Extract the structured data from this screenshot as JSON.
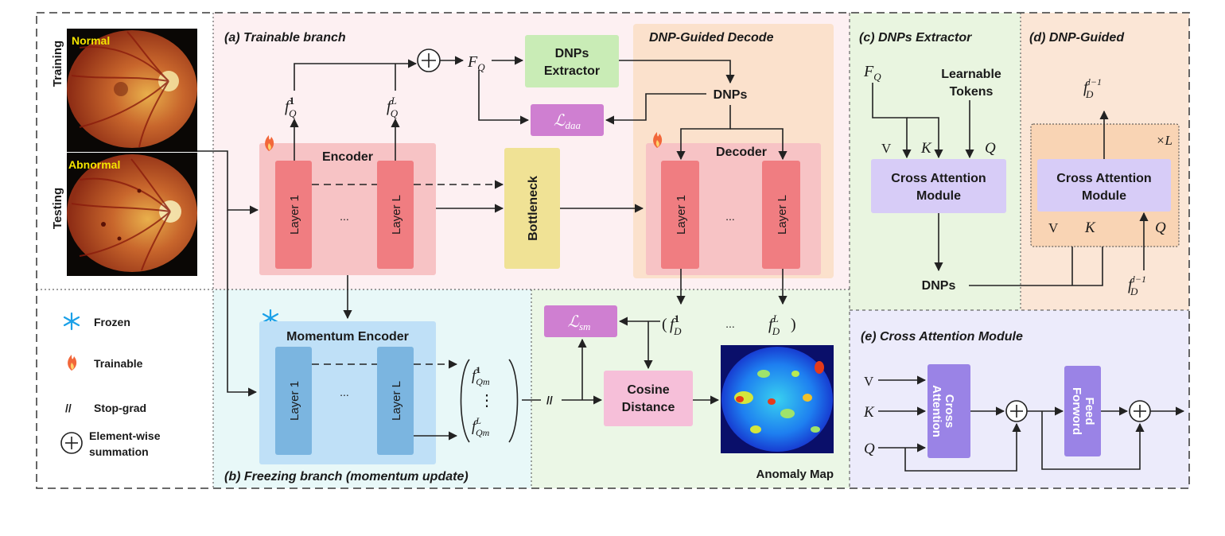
{
  "panels": {
    "a": "(a) Trainable branch",
    "b": "(b) Freezing branch (momentum update)",
    "c": "(c) DNPs Extractor",
    "d": "(d) DNP-Guided",
    "e": "(e) Cross Attention Module",
    "decode": "DNP-Guided Decode"
  },
  "images": {
    "training_side": "Training",
    "testing_side": "Testing",
    "normal": "Normal",
    "abnormal": "Abnormal"
  },
  "legend": {
    "frozen": "Frozen",
    "trainable": "Trainable",
    "stopgrad_symbol": "//",
    "stopgrad": "Stop-grad",
    "sum_line1": "Element-wise",
    "sum_line2": "summation"
  },
  "blocks": {
    "encoder": "Encoder",
    "decoder": "Decoder",
    "momentum_encoder": "Momentum Encoder",
    "layer_1": "Layer 1",
    "layer_l": "Layer L",
    "ellipsis": "...",
    "bottleneck": "Bottleneck",
    "dnps_extractor_1": "DNPs",
    "dnps_extractor_2": "Extractor",
    "dnps": "DNPs",
    "cosine_1": "Cosine",
    "cosine_2": "Distance",
    "anomaly_map": "Anomaly Map",
    "learnable_1": "Learnable",
    "learnable_2": "Tokens",
    "cam_1": "Cross Attention",
    "cam_2": "Module",
    "cross_attention_1": "Cross",
    "cross_attention_2": "Attention",
    "feed_1": "Feed",
    "feed_2": "Forword"
  },
  "math": {
    "fq": "F",
    "fq_sub": "Q",
    "f": "f",
    "q": "Q",
    "qm": "Qm",
    "d": "D",
    "one": "1",
    "l": "L",
    "lminus1": "l−1",
    "l_daa": "daa",
    "l_sm": "sm",
    "script_l": "ℒ",
    "v": "V",
    "k": "K",
    "times_l": "×L",
    "paren_open": "(",
    "paren_close": ")",
    "vdots": "⋮"
  },
  "colors": {
    "panel_a": "#fdf0f2",
    "panel_b": "#e8f8f8",
    "panel_c": "#e9f5e0",
    "panel_d": "#fbe6d6",
    "panel_e": "#ecebfb",
    "encoder": "#f7c3c5",
    "layer_red": "#f07d81",
    "layer_blue": "#7bb5e0",
    "mom_encoder": "#bfe0f7",
    "bottleneck": "#f0e295",
    "dnps_box": "#c9ecb6",
    "loss_box": "#cf7fd1",
    "cosine_box": "#f6bfd9",
    "cam_box": "#d7ccf7",
    "ca_box": "#9a83e6",
    "decode_bg": "#fbe1cc"
  }
}
